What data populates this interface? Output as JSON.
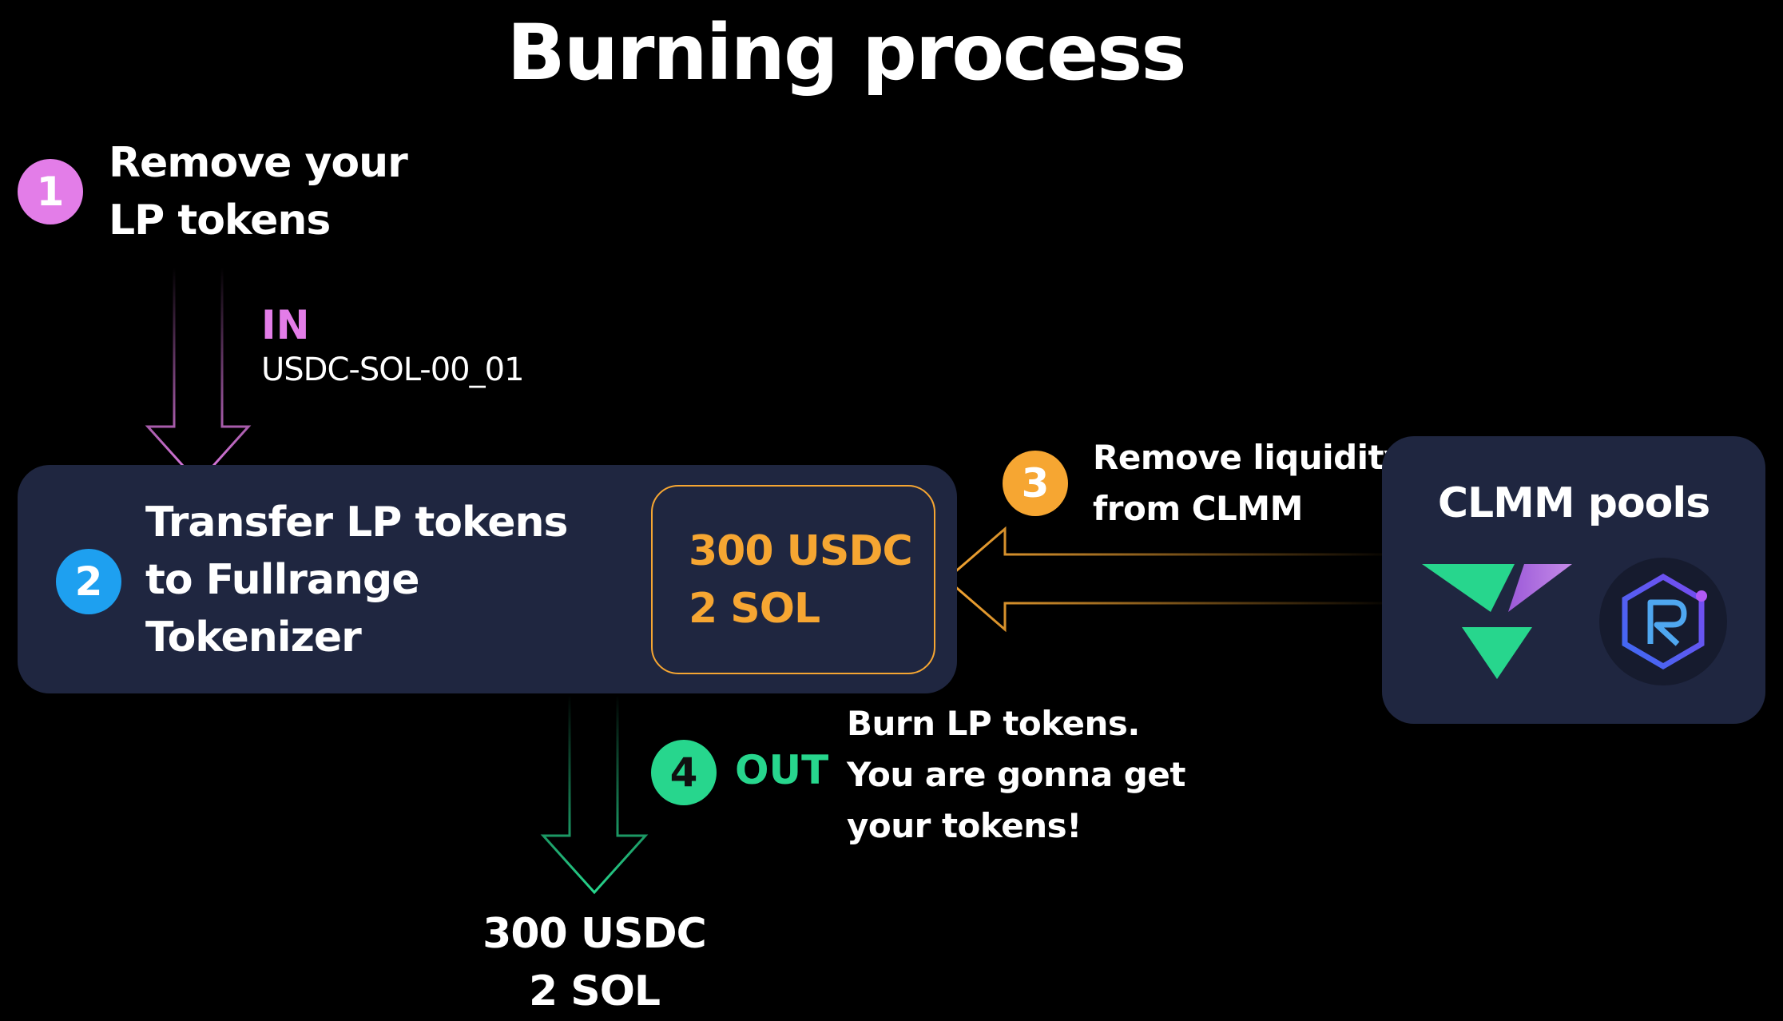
{
  "title": "Burning process",
  "step1": {
    "number": "1",
    "label_line1": "Remove your",
    "label_line2": "LP tokens"
  },
  "in_label": {
    "tag": "IN",
    "token": "USDC-SOL-00_01"
  },
  "step2": {
    "number": "2",
    "label_line1": "Transfer LP tokens",
    "label_line2": "to Fullrange",
    "label_line3": "Tokenizer"
  },
  "inner_amounts": {
    "line1": "300 USDC",
    "line2": "2 SOL"
  },
  "step3": {
    "number": "3",
    "label_line1": "Remove liquidity",
    "label_line2": "from CLMM"
  },
  "clmm": {
    "title": "CLMM pools",
    "logos": [
      "orca-v-logo",
      "raydium-r-logo"
    ]
  },
  "step4": {
    "number": "4",
    "tag": "OUT",
    "label_line1": "Burn LP tokens.",
    "label_line2": "You are gonna get",
    "label_line3": "your tokens!"
  },
  "output_amounts": {
    "line1": "300 USDC",
    "line2": "2 SOL"
  },
  "colors": {
    "background": "#000000",
    "panel": "#1f2640",
    "step1": "#e37de8",
    "step2": "#1ea0f0",
    "step3": "#f6a632",
    "step4": "#27d68d"
  }
}
